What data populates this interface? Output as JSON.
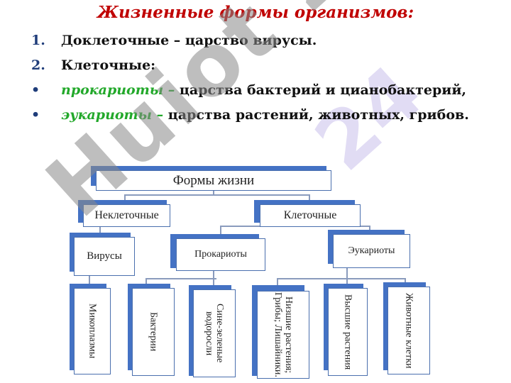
{
  "title": "Жизненные формы организмов:",
  "list": [
    {
      "marker": "1.",
      "text": "Доклеточные – царство вирусы."
    },
    {
      "marker": "2.",
      "text": "Клеточные:"
    },
    {
      "marker": "•",
      "em": "прокариоты –",
      "text": " царства бактерий и цианобактерий,"
    },
    {
      "marker": "•",
      "em": "эукариоты –",
      "text": " царства растений, животных, грибов."
    }
  ],
  "watermark": "Huiot 24",
  "diagram": {
    "root": "Формы  жизни",
    "noncellular": "Неклеточные",
    "cellular": "Клеточные",
    "viruses": "Вирусы",
    "prokaryotes": "Прокариоты",
    "eukaryotes": "Эукариоты",
    "leaves": [
      "Микоплазмы",
      "Бактерии",
      "Сине-зеленые водоросли",
      "Низшие растения; Грибы; Лишайники.",
      "Высшие растения",
      "Животные клетки"
    ]
  }
}
